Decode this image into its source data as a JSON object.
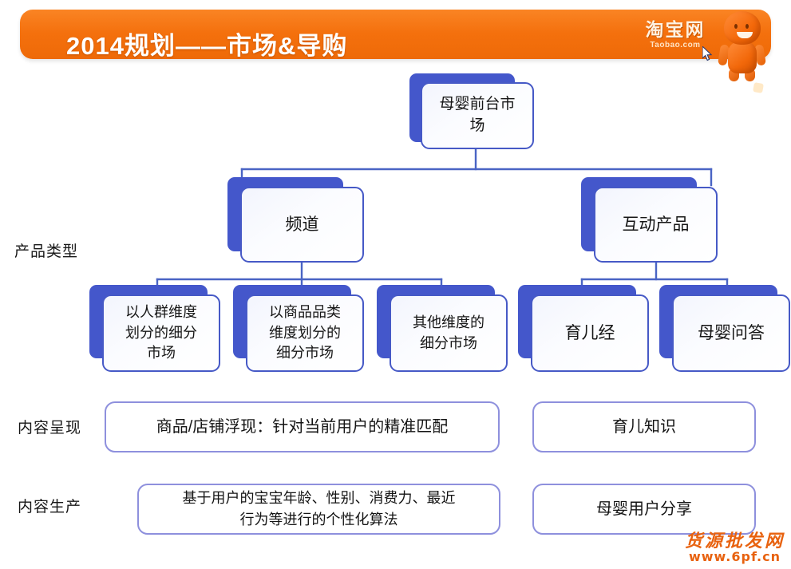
{
  "header": {
    "title": "2014规划——市场&导购",
    "brand_cn": "淘宝网",
    "brand_en": "Taobao.com",
    "accent_color": "#f4700d",
    "mascot": "taobao-mascot"
  },
  "row_labels": [
    {
      "id": "product-type",
      "label": "产品类型"
    },
    {
      "id": "content-presentation",
      "label": "内容呈现"
    },
    {
      "id": "content-production",
      "label": "内容生产"
    }
  ],
  "diagram": {
    "node_border_color": "#4659c6",
    "node_shadow_color": "#4457cb",
    "plainbox_border_color": "#8e90dd",
    "connector_color": "#4a64c4",
    "root": {
      "id": "root",
      "label": "母婴前台市场",
      "lines": [
        "母婴前台市",
        "场"
      ]
    },
    "level2": [
      {
        "id": "channel",
        "label": "频道",
        "lines": [
          "频道"
        ]
      },
      {
        "id": "interactive-product",
        "label": "互动产品",
        "lines": [
          "互动产品"
        ]
      }
    ],
    "level3": [
      {
        "id": "crowd-dimension-market",
        "label": "以人群维度划分的细分市场",
        "lines": [
          "以人群维度",
          "划分的细分",
          "市场"
        ]
      },
      {
        "id": "category-dimension-market",
        "label": "以商品品类维度划分的细分市场",
        "lines": [
          "以商品品类",
          "维度划分的",
          "细分市场"
        ]
      },
      {
        "id": "other-dimension-market",
        "label": "其他维度的细分市场",
        "lines": [
          "其他维度的",
          "细分市场"
        ]
      },
      {
        "id": "parenting-experience",
        "label": "育儿经",
        "lines": [
          "育儿经"
        ]
      },
      {
        "id": "maternity-qa",
        "label": "母婴问答",
        "lines": [
          "母婴问答"
        ]
      }
    ],
    "content_presentation": [
      {
        "id": "item-shop-surfacing",
        "label": "商品/店铺浮现：针对当前用户的精准匹配",
        "lines": [
          "商品/店铺浮现：针对当前用户的精准匹配"
        ]
      },
      {
        "id": "parenting-knowledge",
        "label": "育儿知识",
        "lines": [
          "育儿知识"
        ]
      }
    ],
    "content_production": [
      {
        "id": "personalized-algorithm",
        "label": "基于用户的宝宝年龄、性别、消费力、最近行为等进行的个性化算法",
        "lines": [
          "基于用户的宝宝年龄、性别、消费力、最近",
          "行为等进行的个性化算法"
        ]
      },
      {
        "id": "maternity-user-sharing",
        "label": "母婴用户分享",
        "lines": [
          "母婴用户分享"
        ]
      }
    ]
  },
  "watermark": {
    "text_cn": "货源批发网",
    "text_en": "www.6pf.cn",
    "color": "#e8620f"
  }
}
